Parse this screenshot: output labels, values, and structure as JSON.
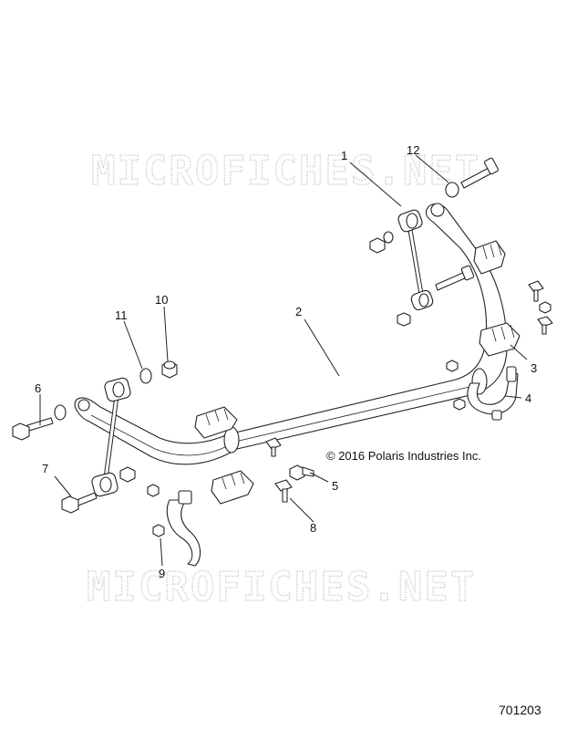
{
  "watermark": {
    "top": "MICROFICHES.NET",
    "bottom": "MICROFICHES.NET"
  },
  "copyright": "© 2016 Polaris Industries Inc.",
  "drawing_number": "701203",
  "callouts": [
    "1",
    "2",
    "3",
    "4",
    "5",
    "6",
    "7",
    "8",
    "9",
    "10",
    "11",
    "12"
  ],
  "colors": {
    "line": "#222222",
    "watermark": "#cfcfcf",
    "background": "#ffffff"
  }
}
